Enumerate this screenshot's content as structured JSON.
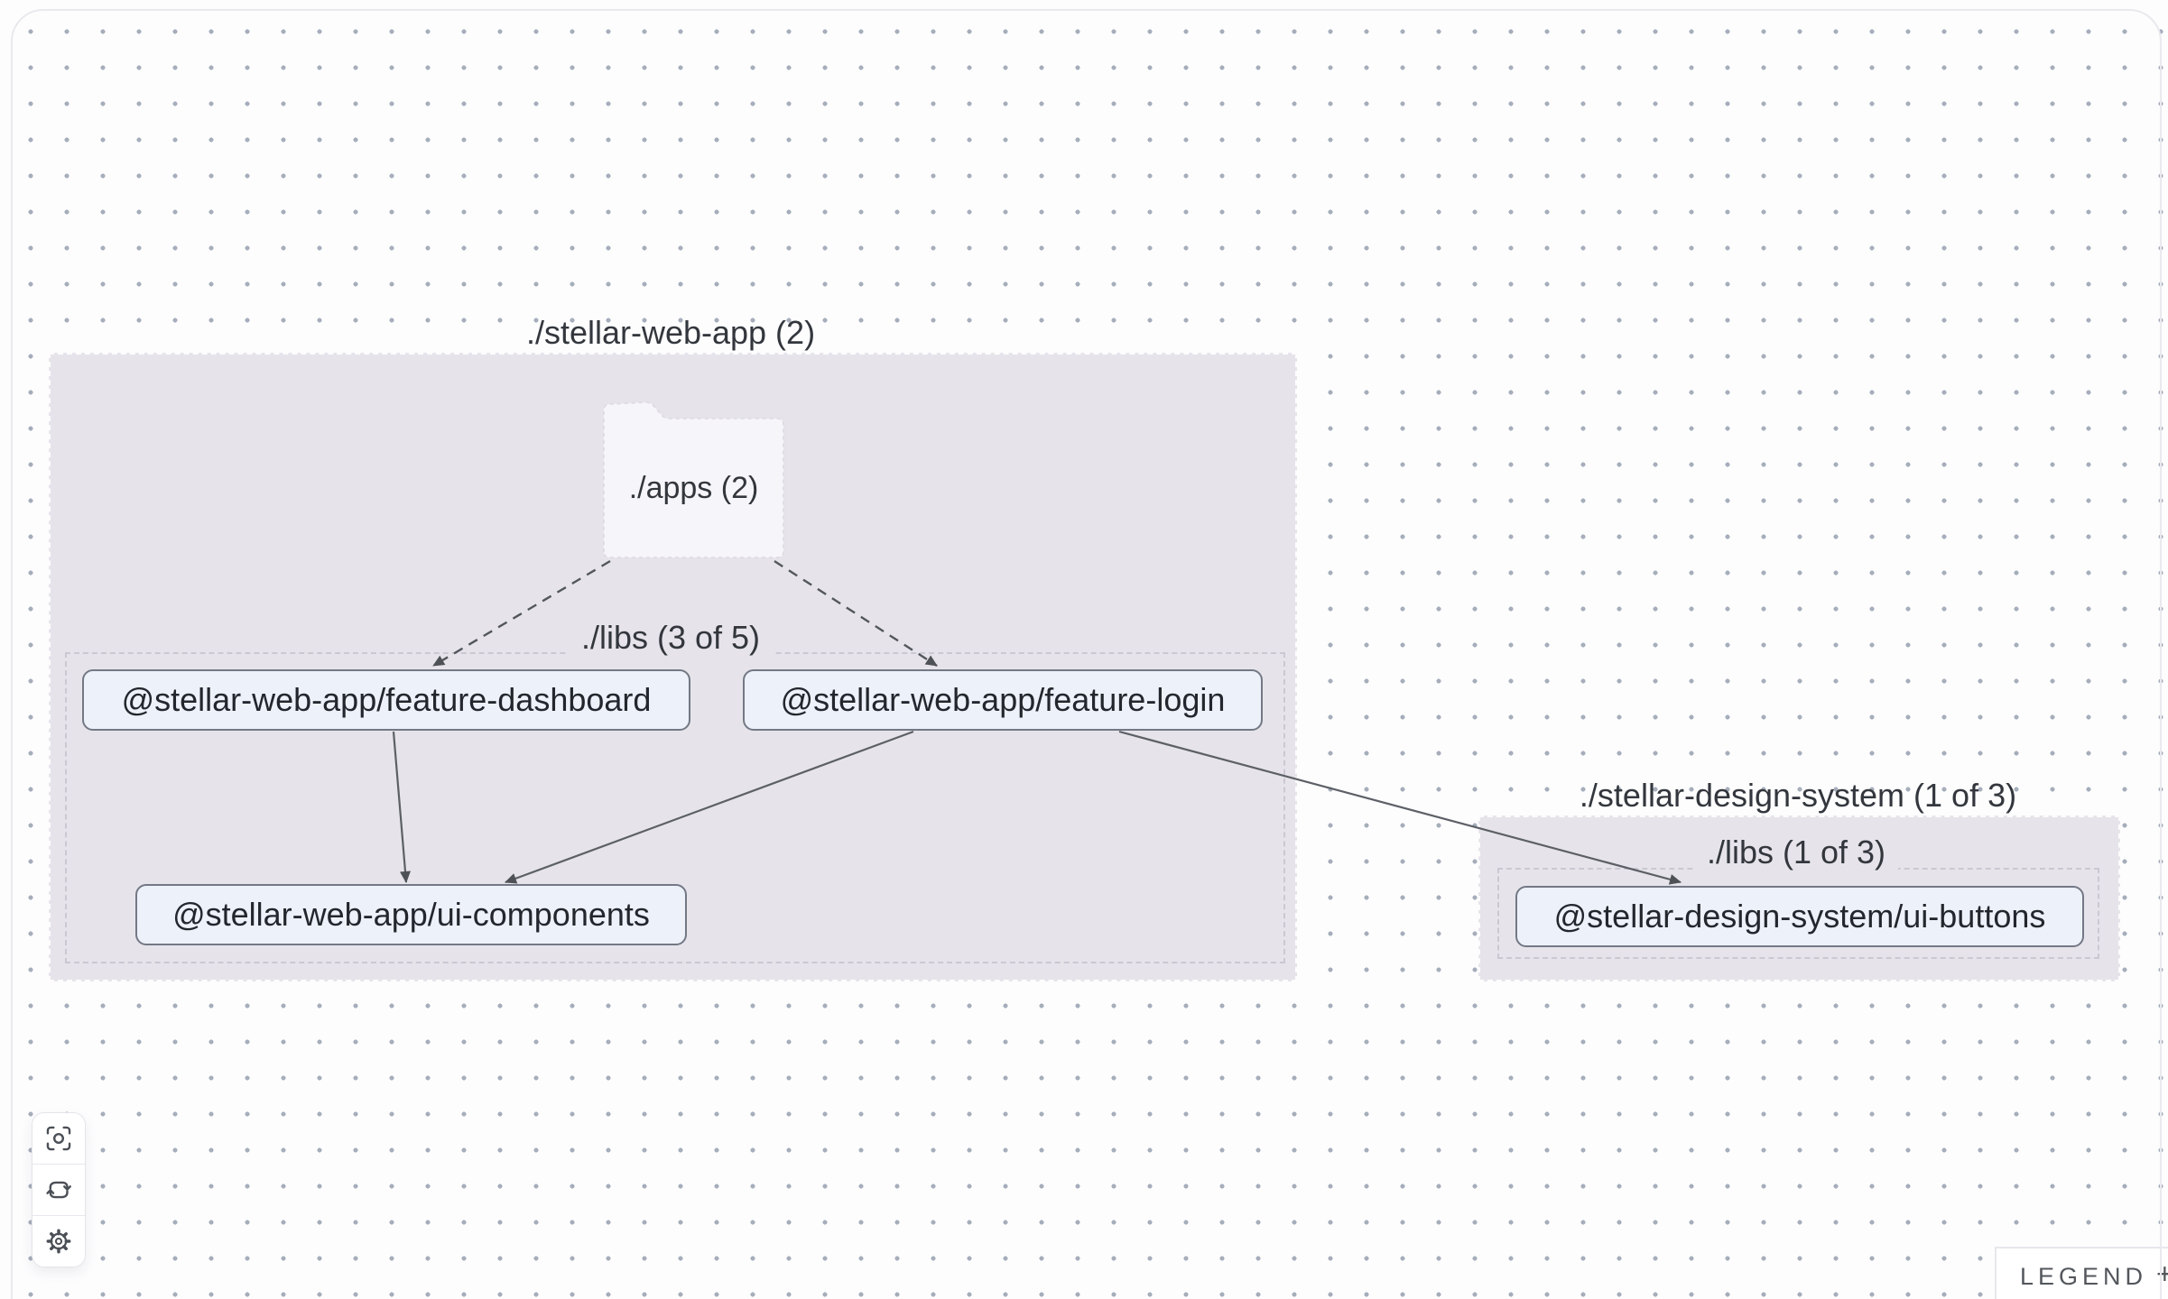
{
  "groups": {
    "web_app": {
      "title": "./stellar-web-app (2)",
      "libs_label": "./libs (3 of 5)"
    },
    "design_system": {
      "title": "./stellar-design-system (1 of 3)",
      "libs_label": "./libs (1 of 3)"
    }
  },
  "folder": {
    "label": "./apps (2)"
  },
  "nodes": {
    "feature_dashboard": {
      "label": "@stellar-web-app/feature-dashboard"
    },
    "feature_login": {
      "label": "@stellar-web-app/feature-login"
    },
    "ui_components": {
      "label": "@stellar-web-app/ui-components"
    },
    "ui_buttons": {
      "label": "@stellar-design-system/ui-buttons"
    }
  },
  "edges": [
    {
      "from": "./apps",
      "to": "@stellar-web-app/feature-dashboard",
      "style": "dashed"
    },
    {
      "from": "./apps",
      "to": "@stellar-web-app/feature-login",
      "style": "dashed"
    },
    {
      "from": "@stellar-web-app/feature-dashboard",
      "to": "@stellar-web-app/ui-components",
      "style": "solid"
    },
    {
      "from": "@stellar-web-app/feature-login",
      "to": "@stellar-web-app/ui-components",
      "style": "solid"
    },
    {
      "from": "@stellar-web-app/feature-login",
      "to": "@stellar-design-system/ui-buttons",
      "style": "solid"
    }
  ],
  "toolbar": {
    "buttons": [
      {
        "name": "focus-selection",
        "icon": "crosshair-icon"
      },
      {
        "name": "refresh-graph",
        "icon": "refresh-icon"
      },
      {
        "name": "settings",
        "icon": "gear-icon"
      }
    ]
  },
  "legend": {
    "label": "LEGEND",
    "toggle": "+"
  },
  "colors": {
    "group_fill": "#e6e4ea",
    "node_fill": "#edf1f9",
    "node_border": "#737885",
    "edge": "#53575d",
    "dot_grid": "#a6aebb"
  }
}
